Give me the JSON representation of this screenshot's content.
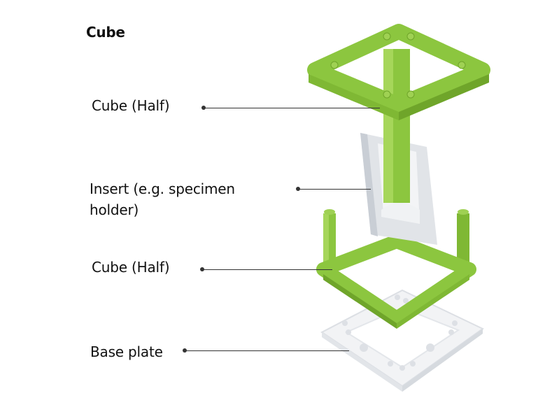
{
  "title": "Cube",
  "labels": [
    {
      "id": "cube-half-top",
      "text": "Cube (Half)"
    },
    {
      "id": "insert",
      "line1": "Insert (e.g. specimen",
      "line2": "holder)"
    },
    {
      "id": "cube-half-bottom",
      "text": "Cube (Half)"
    },
    {
      "id": "base-plate",
      "text": "Base plate"
    }
  ],
  "colors": {
    "green": "#8cc63f",
    "green_dark": "#6fa52a",
    "green_light": "#a6d65a",
    "gray": "#d9dde2",
    "white_part": "#f4f5f7"
  }
}
